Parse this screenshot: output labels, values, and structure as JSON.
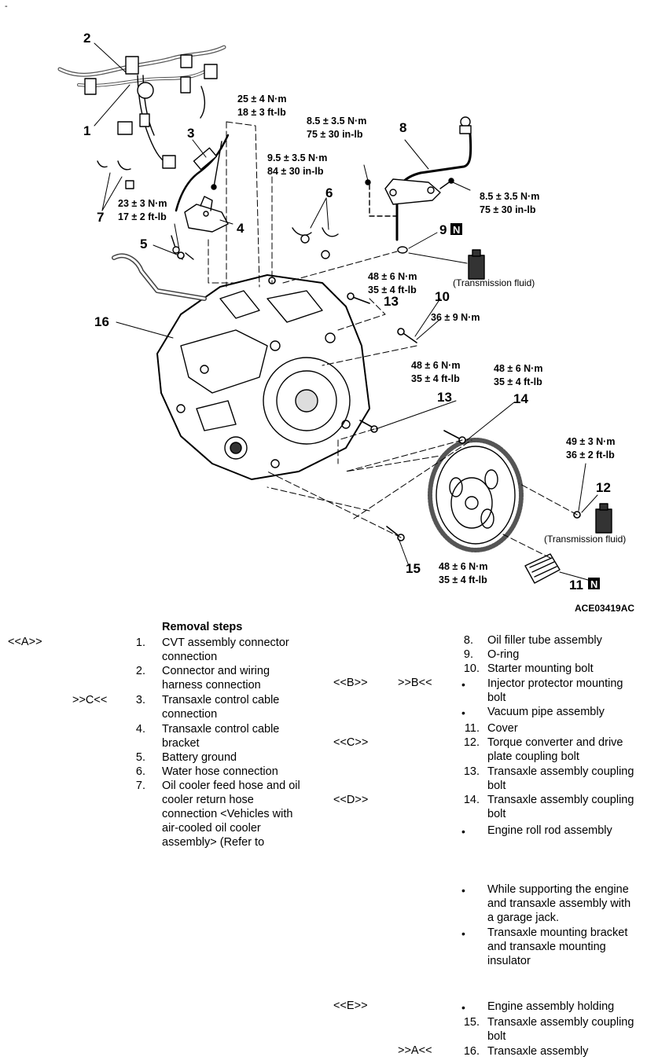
{
  "corner_mark": "-",
  "figure_id": "ACE03419AC",
  "diagram": {
    "callouts": {
      "c1": "1",
      "c2": "2",
      "c3": "3",
      "c4": "4",
      "c5": "5",
      "c6": "6",
      "c7": "7",
      "c8": "8",
      "c9": "9",
      "c10": "10",
      "c11": "11",
      "c12": "12",
      "c13a": "13",
      "c13b": "13",
      "c14": "14",
      "c15": "15",
      "c16": "16"
    },
    "n_mark": "N",
    "torques": {
      "t3_nm": "25 ± 4 N·m",
      "t3_ft": "18 ± 3 ft-lb",
      "t8a_nm": "8.5 ± 3.5 N·m",
      "t8a_in": "75 ± 30 in-lb",
      "t9_nm": "9.5 ± 3.5 N·m",
      "t9_in": "84 ± 30 in-lb",
      "t8b_nm": "8.5 ± 3.5 N·m",
      "t8b_in": "75 ± 30 in-lb",
      "t5_nm": "23 ± 3 N·m",
      "t5_ft": "17 ± 2 ft-lb",
      "t13a_nm": "48 ± 6 N·m",
      "t13a_ft": "35 ± 4 ft-lb",
      "t10_nm": "36 ± 9 N·m",
      "t13b_nm": "48 ± 6 N·m",
      "t13b_ft": "35 ± 4 ft-lb",
      "t14_nm": "48 ± 6 N·m",
      "t14_ft": "35 ± 4 ft-lb",
      "t12_nm": "49 ± 3 N·m",
      "t12_ft": "36 ± 2 ft-lb",
      "t15_nm": "48 ± 6 N·m",
      "t15_ft": "35 ± 4 ft-lb"
    },
    "fluid_note_1": "(Transmission fluid)",
    "fluid_note_2": "(Transmission fluid)"
  },
  "removal": {
    "title": "Removal steps",
    "codes": {
      "a_rem": "<<A>>",
      "c_inst": ">>C<<",
      "b_rem": "<<B>>",
      "b_inst": ">>B<<",
      "c_rem": "<<C>>",
      "d_rem": "<<D>>",
      "e_rem": "<<E>>",
      "a_inst": ">>A<<"
    },
    "left": [
      {
        "n": "1.",
        "l1": "CVT assembly connector",
        "l2": "connection"
      },
      {
        "n": "2.",
        "l1": "Connector and wiring",
        "l2": "harness connection"
      },
      {
        "n": "3.",
        "l1": "Transaxle control cable",
        "l2": "connection"
      },
      {
        "n": "4.",
        "l1": "Transaxle control cable",
        "l2": "bracket"
      },
      {
        "n": "5.",
        "l1": "Battery ground"
      },
      {
        "n": "6.",
        "l1": "Water hose connection"
      },
      {
        "n": "7.",
        "l1": "Oil cooler feed hose and oil",
        "l2": "cooler return hose",
        "l3": "connection <Vehicles with",
        "l4": "air-cooled oil cooler",
        "l5": "assembly> (Refer to"
      }
    ],
    "right": {
      "s8": "Oil filler tube assembly",
      "s9": "O-ring",
      "s10": "Starter mounting bolt",
      "b1_l1": "Injector protector mounting",
      "b1_l2": "bolt",
      "b2_l1": "Vacuum pipe assembly",
      "s11": "Cover",
      "s12_l1": "Torque converter and drive",
      "s12_l2": "plate coupling bolt",
      "s13_l1": "Transaxle assembly coupling",
      "s13_l2": "bolt",
      "s14_l1": "Transaxle assembly coupling",
      "s14_l2": "bolt",
      "b3": "Engine roll rod assembly",
      "b4_l1": "While supporting the engine",
      "b4_l2": "and transaxle assembly with",
      "b4_l3": "a garage jack.",
      "b5_l1": "Transaxle mounting bracket",
      "b5_l2": "and transaxle mounting",
      "b5_l3": "insulator",
      "b6": "Engine assembly holding",
      "s15_l1": "Transaxle assembly coupling",
      "s15_l2": "bolt",
      "s16": "Transaxle assembly",
      "n8": "8.",
      "n9": "9.",
      "n10": "10.",
      "n11": "11.",
      "n12": "12.",
      "n13": "13.",
      "n14": "14.",
      "n15": "15.",
      "n16": "16.",
      "bullet": "•"
    }
  }
}
